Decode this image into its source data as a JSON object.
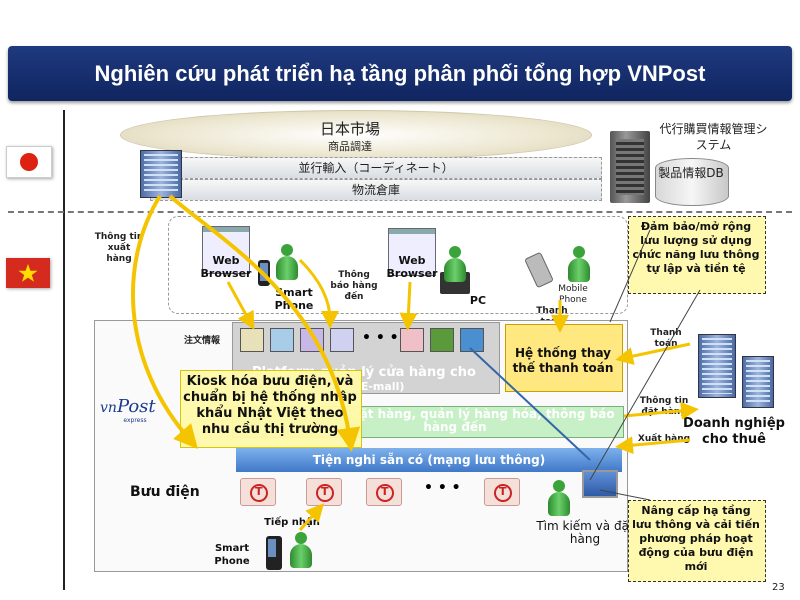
{
  "title": "Nghiên cứu phát triển hạ tầng phân phối tổng hợp VNPost",
  "japan": {
    "market": "日本市場",
    "goods": "商品調達",
    "coordinate": "並行輸入（コーディネート）",
    "warehouse": "物流倉庫",
    "proxy_system": "代行購買情報管理システム",
    "db_label": "製品情報DB"
  },
  "vietnam": {
    "export_info": "Thông tin xuất hàng",
    "web_browser_1": "Web Browser",
    "smart_phone_1": "Smart Phone",
    "arrival_notice": "Thông báo hàng đến",
    "web_browser_2": "Web Browser",
    "pc": "PC",
    "mobile_phone": "Mobile Phone",
    "payment_small": "Thanh toán",
    "order_info": "注文情報",
    "ellipsis": "• • •",
    "platform": "Platform quản lý cửa hàng cho",
    "platform_sub": "thuê (E-mall)",
    "payment_system": "Hệ thống thay thế thanh toán",
    "payment_tenant": "Thanh toán",
    "info_goods": "Thông tin đặt hàng",
    "export_goods": "Xuất hàng",
    "tenant": "Doanh nghiệp cho thuê",
    "kiosk": "Kiosk hóa bưu điện, và chuẩn bị hệ thống nhập khẩu Nhật Việt theo nhu cầu thị trường",
    "order_mgmt": "Quản lý đặt hàng, quản lý hàng hóa, thông báo hàng đến",
    "facilities": "Tiện nghi sẵn có (mạng lưu thông)",
    "post_office": "Bưu điện",
    "post_ellipsis": "• • •",
    "reception": "Tiếp nhận",
    "smart_phone_2": "Smart Phone",
    "search_order": "Tìm kiếm và đặt hàng",
    "note_top": "Đảm bảo/mở rộng lưu lượng sử dụng chức năng lưu thông tự lập và tiền tệ",
    "note_bottom": "Nâng cấp hạ tầng lưu thông và cải tiến phương pháp hoạt động của bưu điện mới",
    "logo_vn": "vn",
    "logo_post": "Post",
    "logo_express": "express",
    "page_number": "23"
  },
  "colors": {
    "title_bg": "#1f3a80",
    "arrow_yellow": "#f5c400",
    "note_bg": "#fff9b0",
    "platform_bg": "#d3d3d3",
    "blue_bar": "#3f78c8"
  }
}
